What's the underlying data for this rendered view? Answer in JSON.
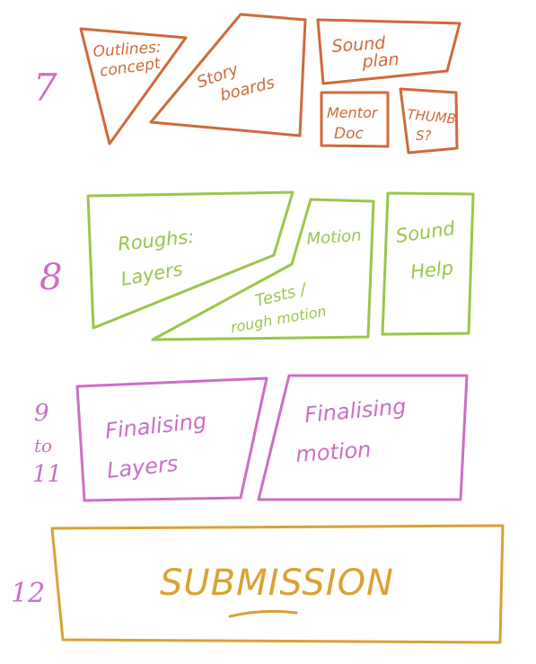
{
  "colors": {
    "orange": "#cf6a3a",
    "green": "#9bc64a",
    "pink": "#cc6fc4",
    "gold": "#d9a234"
  },
  "rows": [
    {
      "number": "7",
      "color": "orange",
      "boxes": [
        {
          "id": "outlines",
          "lines": [
            "Outlines:",
            "concept"
          ]
        },
        {
          "id": "storyboards",
          "lines": [
            "Story",
            "boards"
          ]
        },
        {
          "id": "sound-plan",
          "lines": [
            "Sound",
            "plan"
          ]
        },
        {
          "id": "mentor-doc",
          "lines": [
            "Mentor",
            "Doc"
          ]
        },
        {
          "id": "thumbs",
          "lines": [
            "THUMB",
            "S?"
          ]
        }
      ]
    },
    {
      "number": "8",
      "color": "green",
      "boxes": [
        {
          "id": "roughs-layers",
          "lines": [
            "Roughs:",
            "Layers"
          ]
        },
        {
          "id": "motion",
          "lines": [
            "Motion"
          ]
        },
        {
          "id": "tests",
          "lines": [
            "Tests /",
            "rough motion"
          ]
        },
        {
          "id": "sound-help",
          "lines": [
            "Sound",
            "Help"
          ]
        }
      ]
    },
    {
      "number": "9\nto\n11",
      "number_lines": [
        "9",
        "to",
        "11"
      ],
      "color": "pink",
      "boxes": [
        {
          "id": "finalising-layers",
          "lines": [
            "Finalising",
            "Layers"
          ]
        },
        {
          "id": "finalising-motion",
          "lines": [
            "Finalising",
            "motion"
          ]
        }
      ]
    },
    {
      "number": "12",
      "color": "gold",
      "boxes": [
        {
          "id": "submission",
          "lines": [
            "SUBMISSION"
          ]
        }
      ]
    }
  ]
}
